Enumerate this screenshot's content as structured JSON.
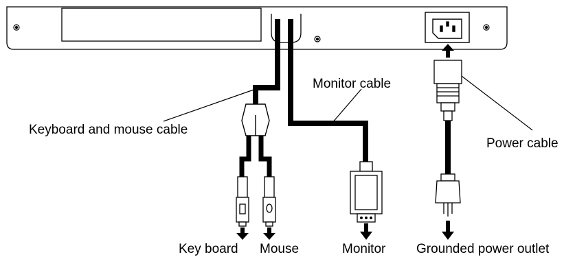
{
  "labels": {
    "keyboard_mouse_cable": "Keyboard and mouse cable",
    "monitor_cable": "Monitor cable",
    "power_cable": "Power cable",
    "keyboard": "Key board",
    "mouse": "Mouse",
    "monitor": "Monitor",
    "grounded_outlet": "Grounded power outlet"
  },
  "colors": {
    "line": "#000000",
    "background": "#ffffff"
  },
  "icons": [
    "screw-icon",
    "power-inlet-icon",
    "arrow-down-icon",
    "arrow-up-icon",
    "vga-connector-icon",
    "ps2-connector-icon",
    "ac-plug-icon"
  ]
}
